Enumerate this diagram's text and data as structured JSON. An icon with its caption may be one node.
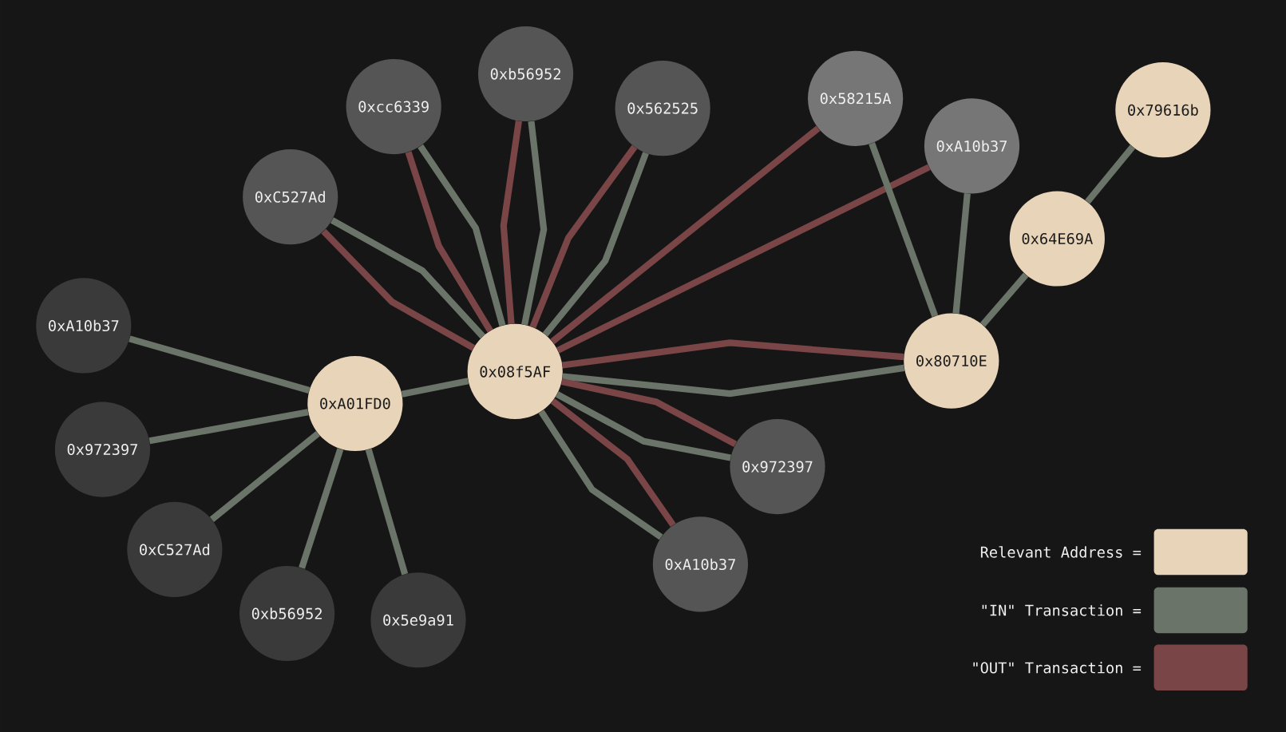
{
  "diagram": {
    "nodes": [
      {
        "text": [
          "0x08f5AF"
        ]
      },
      {
        "text": [
          "0xA01FD0"
        ]
      },
      {
        "text": [
          "0x80710E"
        ]
      },
      {
        "text": [
          "0x64E69A"
        ]
      },
      {
        "text": [
          "0x79616b"
        ]
      },
      {
        "text": [
          "0xcc6339"
        ]
      },
      {
        "text": [
          "0xb56952"
        ]
      },
      {
        "text": [
          "0x562525"
        ]
      },
      {
        "text": [
          "0x58215A"
        ]
      },
      {
        "text": [
          "0xA10b37"
        ]
      },
      {
        "text": [
          "0xC527Ad"
        ]
      },
      {
        "text": [
          "0xA10b37"
        ]
      },
      {
        "text": [
          "0x972397"
        ]
      },
      {
        "text": [
          "0xC527Ad"
        ]
      },
      {
        "text": [
          "0xb56952"
        ]
      },
      {
        "text": [
          "0x5e9a91"
        ]
      },
      {
        "text": [
          "0x972397"
        ]
      },
      {
        "text": [
          "0xA10b37"
        ]
      }
    ],
    "edges": [
      {
        "from": 10,
        "to": 0,
        "arrow": "none"
      },
      {
        "from": 10,
        "to": 0,
        "arrow": "none",
        "color": "#7a4546"
      },
      {
        "from": 5,
        "to": 0,
        "arrow": "none"
      },
      {
        "from": 5,
        "to": 0,
        "arrow": "none",
        "color": "#7a4546"
      },
      {
        "from": 6,
        "to": 0,
        "arrow": "none"
      },
      {
        "from": 6,
        "to": 0,
        "arrow": "none",
        "color": "#7a4546"
      },
      {
        "from": 7,
        "to": 0,
        "arrow": "none"
      },
      {
        "from": 7,
        "to": 0,
        "arrow": "none",
        "color": "#7a4546"
      },
      {
        "from": 8,
        "to": 0,
        "arrow": "none",
        "color": "#7a4546"
      },
      {
        "from": 9,
        "to": 0,
        "arrow": "none",
        "color": "#7a4546"
      },
      {
        "from": 0,
        "to": 2,
        "arrow": "none",
        "color": "#7a4546"
      },
      {
        "from": 0,
        "to": 2,
        "arrow": "none"
      },
      {
        "from": 0,
        "to": 16,
        "arrow": "none",
        "color": "#7a4546"
      },
      {
        "from": 0,
        "to": 16,
        "arrow": "none"
      },
      {
        "from": 0,
        "to": 17,
        "arrow": "none",
        "color": "#7a4546"
      },
      {
        "from": 0,
        "to": 17,
        "arrow": "none"
      },
      {
        "from": 0,
        "to": 1,
        "arrow": "none"
      },
      {
        "from": 1,
        "to": 11,
        "arrow": "none"
      },
      {
        "from": 1,
        "to": 12,
        "arrow": "none"
      },
      {
        "from": 1,
        "to": 13,
        "arrow": "none"
      },
      {
        "from": 1,
        "to": 14,
        "arrow": "none"
      },
      {
        "from": 1,
        "to": 15,
        "arrow": "none"
      },
      {
        "from": 8,
        "to": 2,
        "arrow": "none"
      },
      {
        "from": 9,
        "to": 2,
        "arrow": "none"
      },
      {
        "from": 2,
        "to": 3,
        "arrow": "none"
      },
      {
        "from": 3,
        "to": 4,
        "arrow": "none"
      }
    ],
    "legend": [
      {
        "text": "Relevant Address =",
        "color": "#e8d4b8"
      },
      {
        "text": "\"IN\" Transaction =",
        "color": "#6b7468"
      },
      {
        "text": "\"OUT\" Transaction =",
        "color": "#7a4546"
      }
    ]
  }
}
